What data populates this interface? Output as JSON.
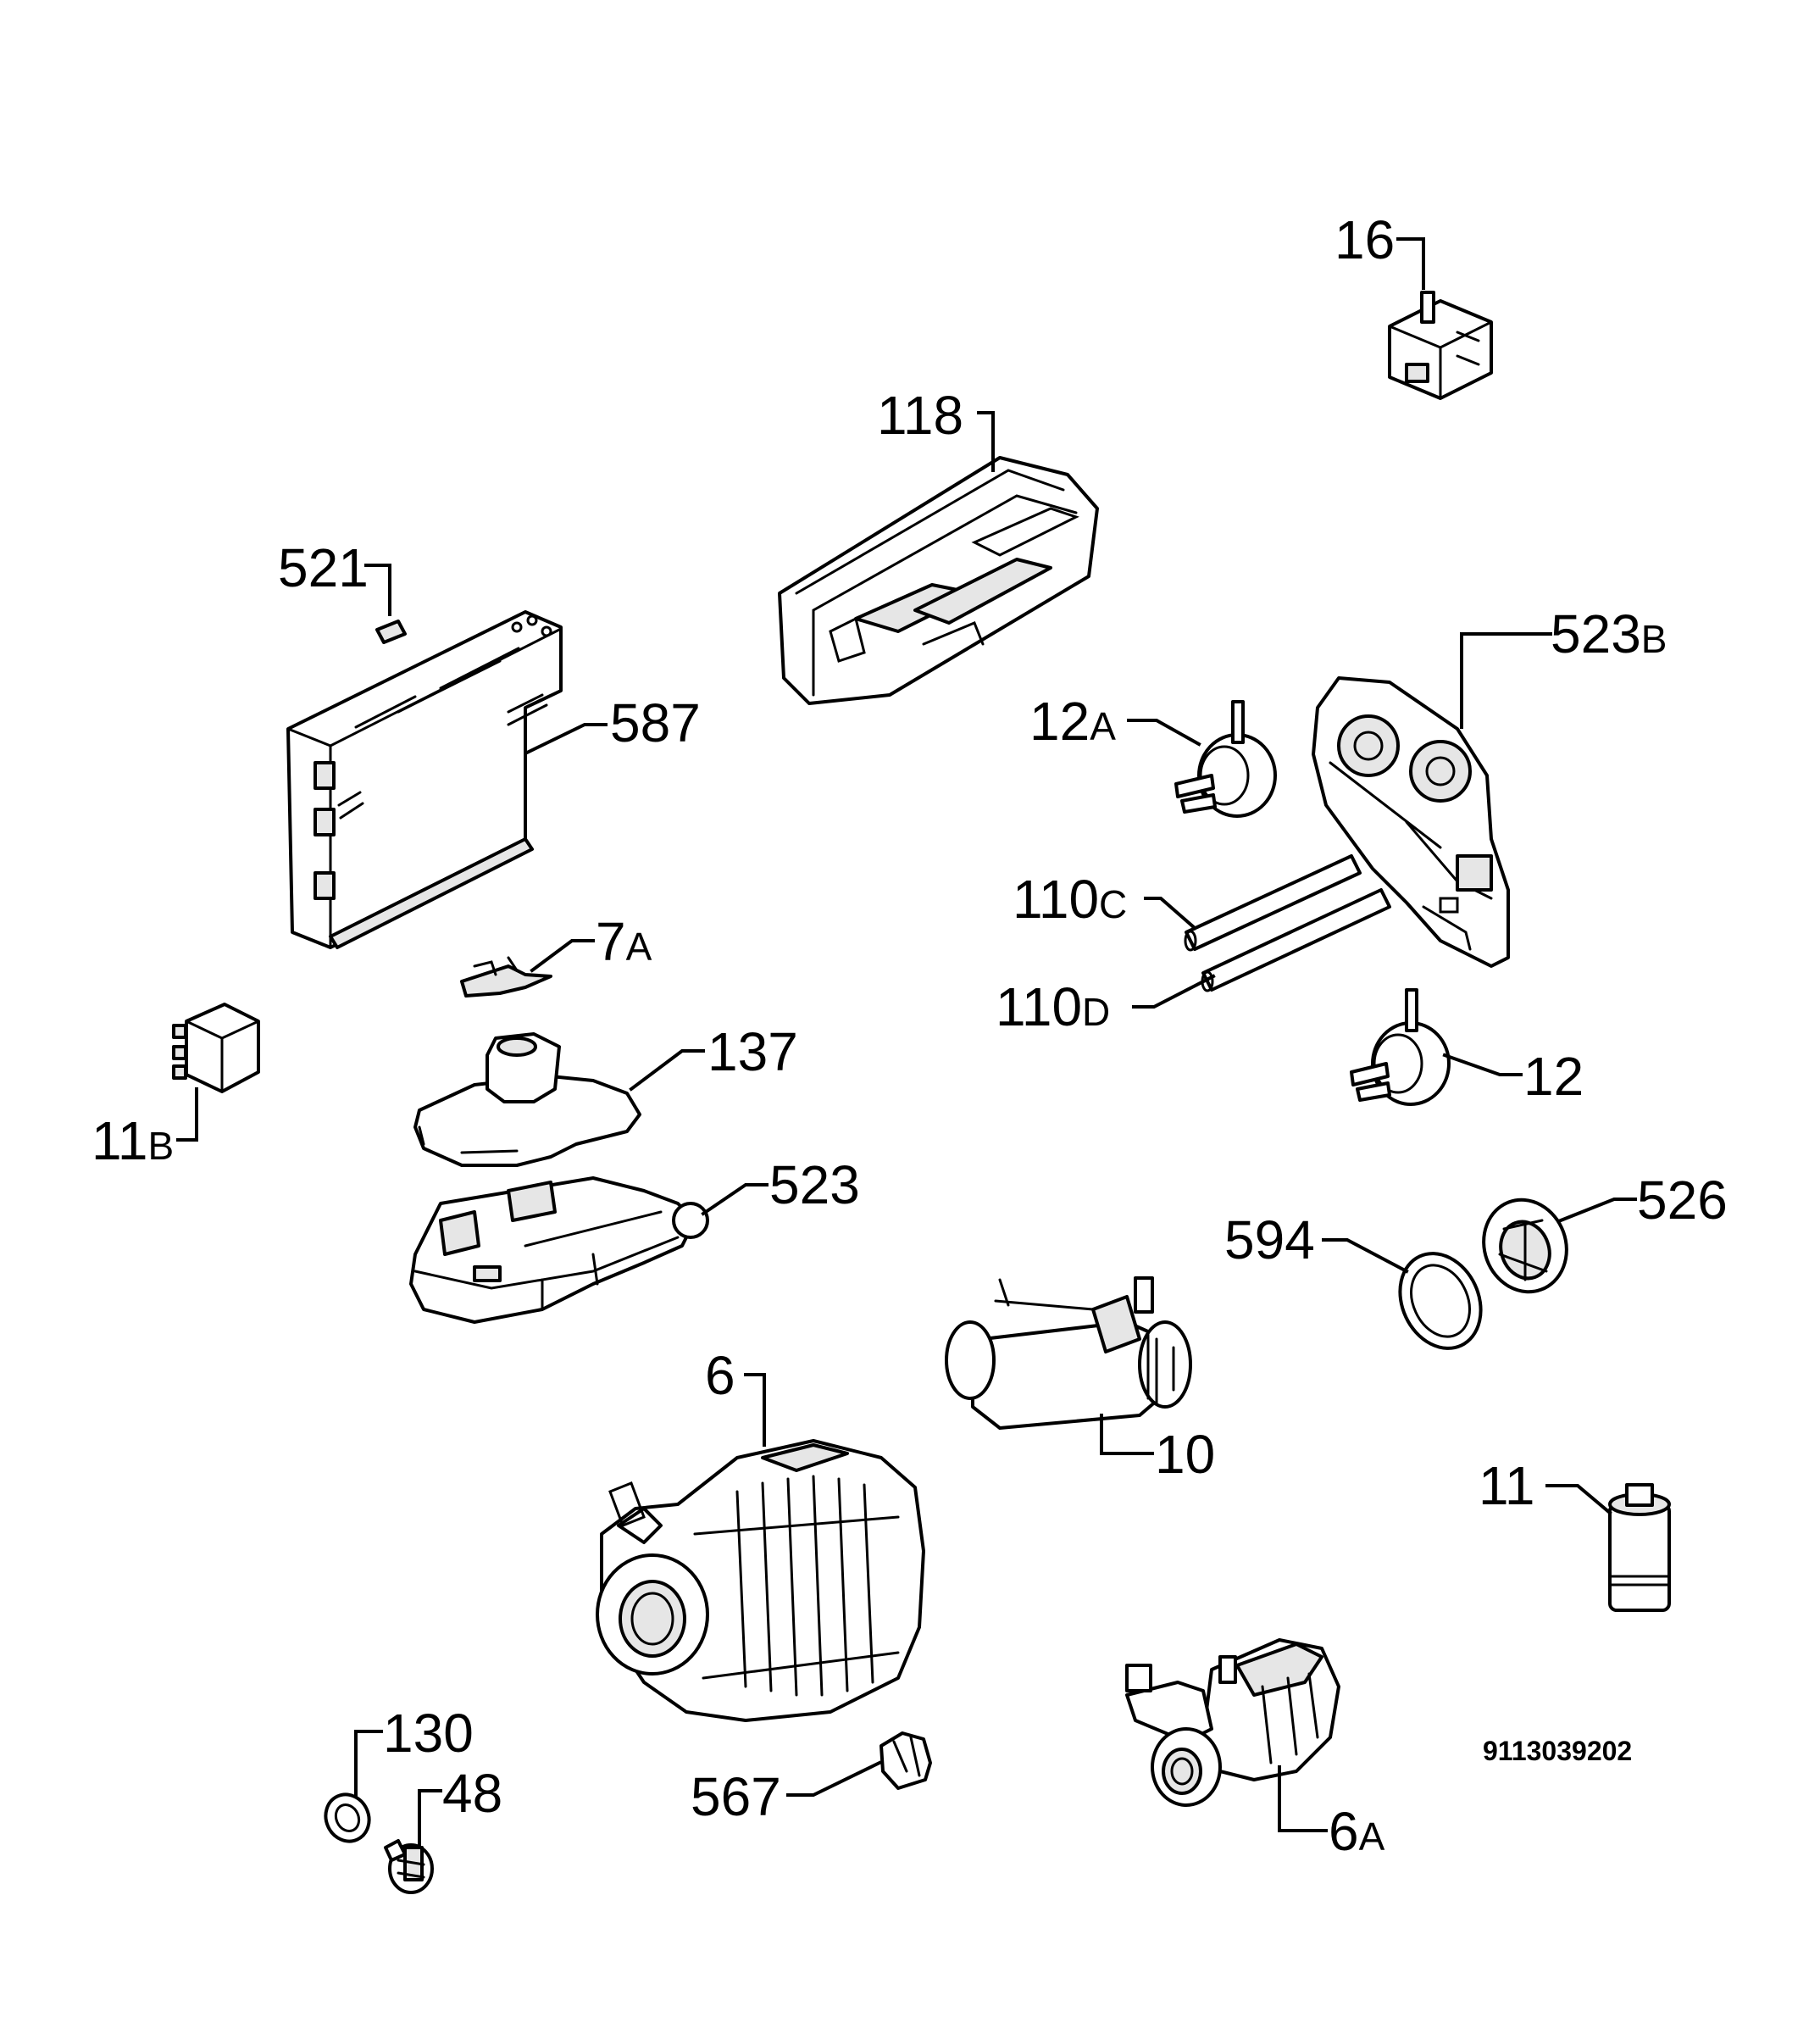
{
  "callouts": {
    "c16": "16",
    "c118": "118",
    "c521": "521",
    "c587": "587",
    "c523b_main": "523",
    "c523b_suffix": "B",
    "c12a_main": "12",
    "c12a_suffix": "A",
    "c110c_main": "110",
    "c110c_suffix": "C",
    "c110d_main": "110",
    "c110d_suffix": "D",
    "c7a_main": "7",
    "c7a_suffix": "A",
    "c137": "137",
    "c11b_main": "11",
    "c11b_suffix": "B",
    "c12": "12",
    "c523": "523",
    "c594": "594",
    "c526": "526",
    "c6": "6",
    "c10": "10",
    "c11": "11",
    "c130": "130",
    "c48": "48",
    "c567": "567",
    "c6a_main": "6",
    "c6a_suffix": "A"
  },
  "document_number": "9113039202"
}
